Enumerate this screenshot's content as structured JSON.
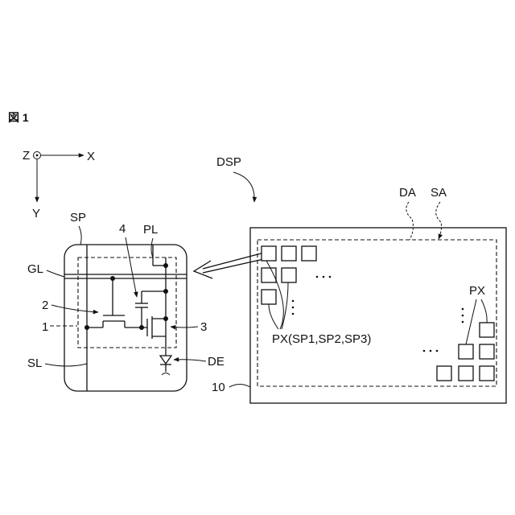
{
  "figure": {
    "title": "図 1"
  },
  "axes": {
    "z": "Z",
    "x": "X",
    "y": "Y"
  },
  "labels": {
    "sp": "SP",
    "pl": "PL",
    "gl": "GL",
    "sl": "SL",
    "de": "DE",
    "ref_4": "4",
    "ref_2": "2",
    "ref_1": "1",
    "ref_3": "3",
    "dsp": "DSP",
    "da": "DA",
    "sa": "SA",
    "px_right": "PX",
    "px_group": "PX(SP1,SP2,SP3)",
    "ref_10": "10"
  }
}
